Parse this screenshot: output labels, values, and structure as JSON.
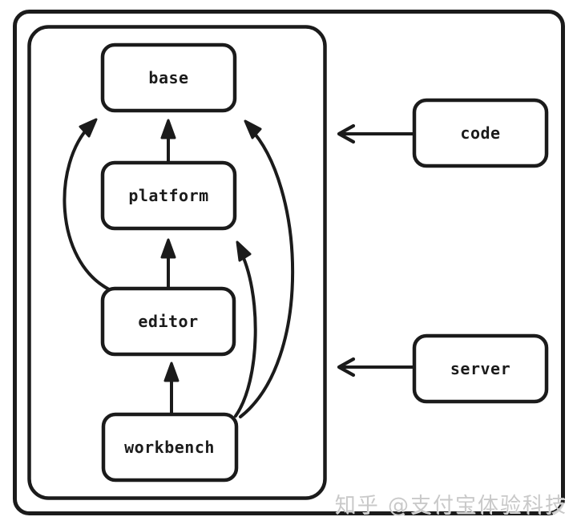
{
  "diagram": {
    "type": "architecture-flow",
    "style": "hand-drawn",
    "colors": {
      "ink": "#1b1b1b",
      "background": "#ffffff",
      "watermark": "#c9c9c9"
    },
    "nodes": [
      {
        "id": "base",
        "label": "base"
      },
      {
        "id": "platform",
        "label": "platform"
      },
      {
        "id": "editor",
        "label": "editor"
      },
      {
        "id": "workbench",
        "label": "workbench"
      },
      {
        "id": "code",
        "label": "code"
      },
      {
        "id": "server",
        "label": "server"
      }
    ],
    "container": {
      "id": "layers-container",
      "members": [
        "base",
        "platform",
        "editor",
        "workbench"
      ]
    },
    "edges": [
      {
        "from": "platform",
        "to": "base",
        "style": "straight-up"
      },
      {
        "from": "editor",
        "to": "platform",
        "style": "straight-up"
      },
      {
        "from": "workbench",
        "to": "editor",
        "style": "straight-up"
      },
      {
        "from": "editor",
        "to": "base",
        "style": "curved-left"
      },
      {
        "from": "workbench",
        "to": "platform",
        "style": "curved-right"
      },
      {
        "from": "workbench",
        "to": "base",
        "style": "curved-right"
      },
      {
        "from": "code",
        "to": "layers-container",
        "style": "straight-left"
      },
      {
        "from": "server",
        "to": "layers-container",
        "style": "straight-left"
      }
    ]
  },
  "watermark": {
    "text": "知乎 @支付宝体验科技"
  }
}
